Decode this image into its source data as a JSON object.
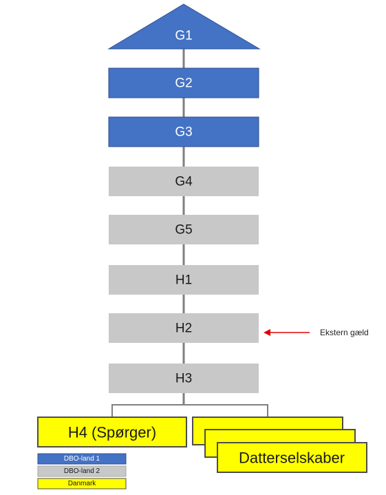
{
  "colors": {
    "blue": "#4472c4",
    "gray": "#c8c8c8",
    "yellow": "#ffff00",
    "arrow": "#e00000",
    "connector": "#7f7f7f"
  },
  "nodes": {
    "g1": "G1",
    "g2": "G2",
    "g3": "G3",
    "g4": "G4",
    "g5": "G5",
    "h1": "H1",
    "h2": "H2",
    "h3": "H3",
    "h4": "H4 (Spørger)",
    "subsidiaries": "Datterselskaber"
  },
  "annotation": {
    "label": "Ekstern gæld"
  },
  "legend": [
    {
      "label": "DBO-land 1",
      "color": "blue"
    },
    {
      "label": "DBO-land 2",
      "color": "gray"
    },
    {
      "label": "Danmark",
      "color": "yellow"
    }
  ]
}
